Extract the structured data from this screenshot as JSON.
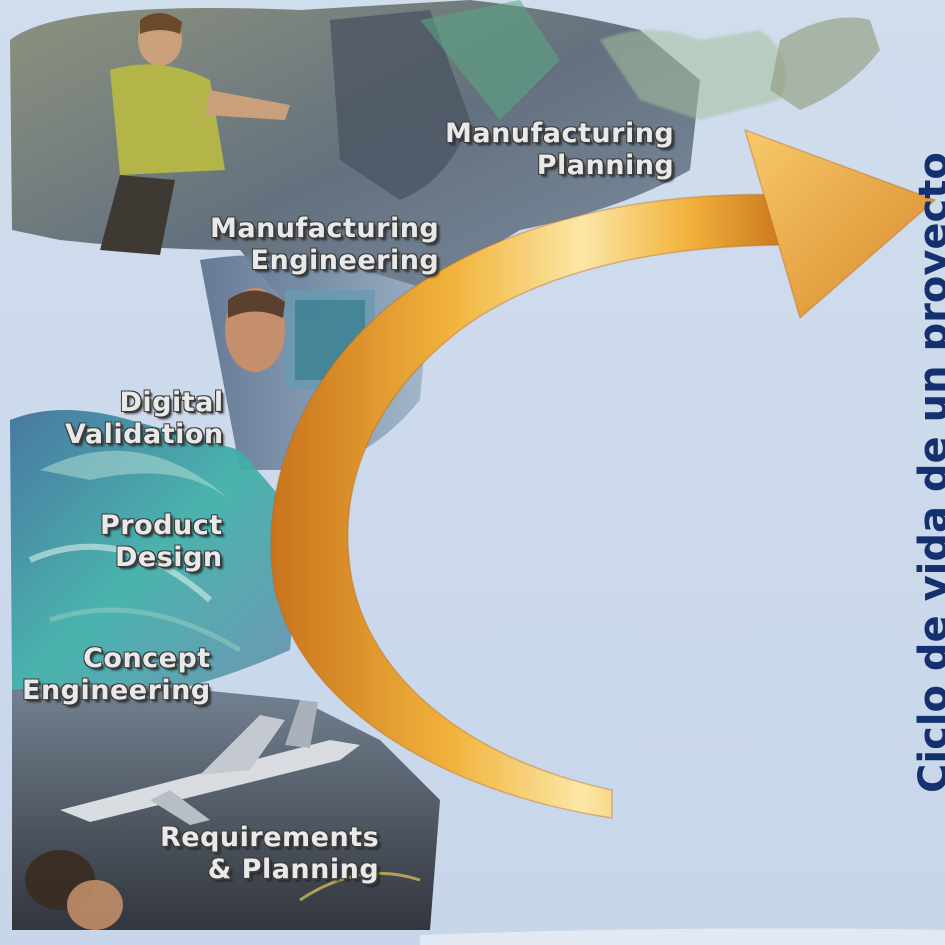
{
  "diagram": {
    "title": "Ciclo de vida de un proyecto",
    "stages": [
      {
        "lines": [
          "Manufacturing",
          "Planning"
        ]
      },
      {
        "lines": [
          "Manufacturing",
          "Engineering"
        ]
      },
      {
        "lines": [
          "Digital",
          "Validation"
        ]
      },
      {
        "lines": [
          "Product",
          "Design"
        ]
      },
      {
        "lines": [
          "Concept",
          "Engineering"
        ]
      },
      {
        "lines": [
          "Requirements",
          "& Planning"
        ]
      }
    ],
    "colors": {
      "background": "#cfdced",
      "title": "#14306e",
      "arrow_light": "#fbe7a6",
      "arrow_mid": "#f2b33d",
      "arrow_dark": "#c8741c",
      "label_text": "#e9e9e9"
    },
    "arrow": {
      "direction": "clockwise",
      "icon": "curved-arrow"
    }
  }
}
